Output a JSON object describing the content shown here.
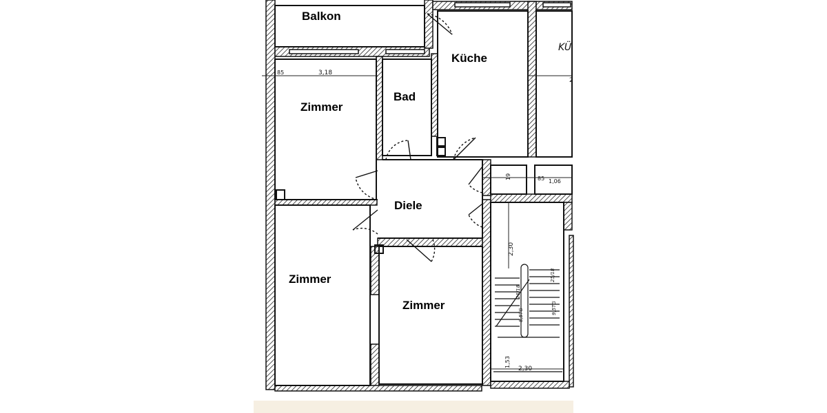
{
  "rooms": {
    "balkon": "Balkon",
    "kueche": "Küche",
    "kueche_neighbor": "KÜ",
    "bad": "Bad",
    "zimmer_top_left": "Zimmer",
    "diele": "Diele",
    "zimmer_bottom_left": "Zimmer",
    "zimmer_bottom_center": "Zimmer"
  },
  "dimensions": {
    "top_left_small": "85",
    "top_width": "3,18",
    "right_edge_mark": "2",
    "corridor_a": "19",
    "corridor_b": "85",
    "corridor_c": "1,06",
    "stair_height": "2,30",
    "stair_bottom_left": "1,53",
    "stair_bottom_width": "2,30",
    "step_label_a": "8,5TG",
    "step_label_b": "9,5TG",
    "step_label_c": "25/18",
    "step_label_d": "26/18"
  },
  "colors": {
    "wall": "#1a1a1a",
    "hatch": "#2a2a2a",
    "paper": "#ffffff",
    "strip": "#f6efe2"
  }
}
